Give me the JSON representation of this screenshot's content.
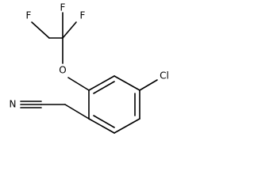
{
  "molecule": {
    "atoms": {
      "f1": "F",
      "f2": "F",
      "f3": "F",
      "o": "O",
      "cl": "Cl",
      "n": "N"
    }
  }
}
